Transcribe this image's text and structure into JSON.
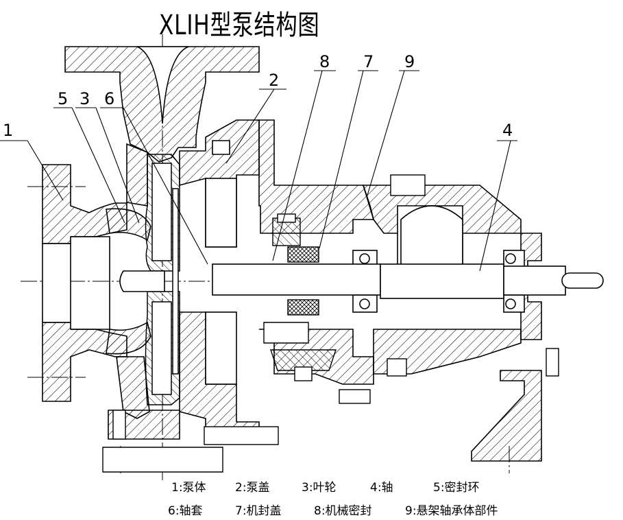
{
  "title": "XLIH型泵结构图",
  "callouts": [
    "1",
    "2",
    "3",
    "4",
    "5",
    "6",
    "7",
    "8",
    "9"
  ],
  "legend": [
    {
      "text": "1:泵体"
    },
    {
      "text": "2:泵盖"
    },
    {
      "text": "3:叶轮"
    },
    {
      "text": "4:轴"
    },
    {
      "text": "5:密封环"
    },
    {
      "text": "6:轴套"
    },
    {
      "text": "7:机封盖"
    },
    {
      "text": "8:机械密封"
    },
    {
      "text": "9:悬架轴承体部件"
    }
  ]
}
